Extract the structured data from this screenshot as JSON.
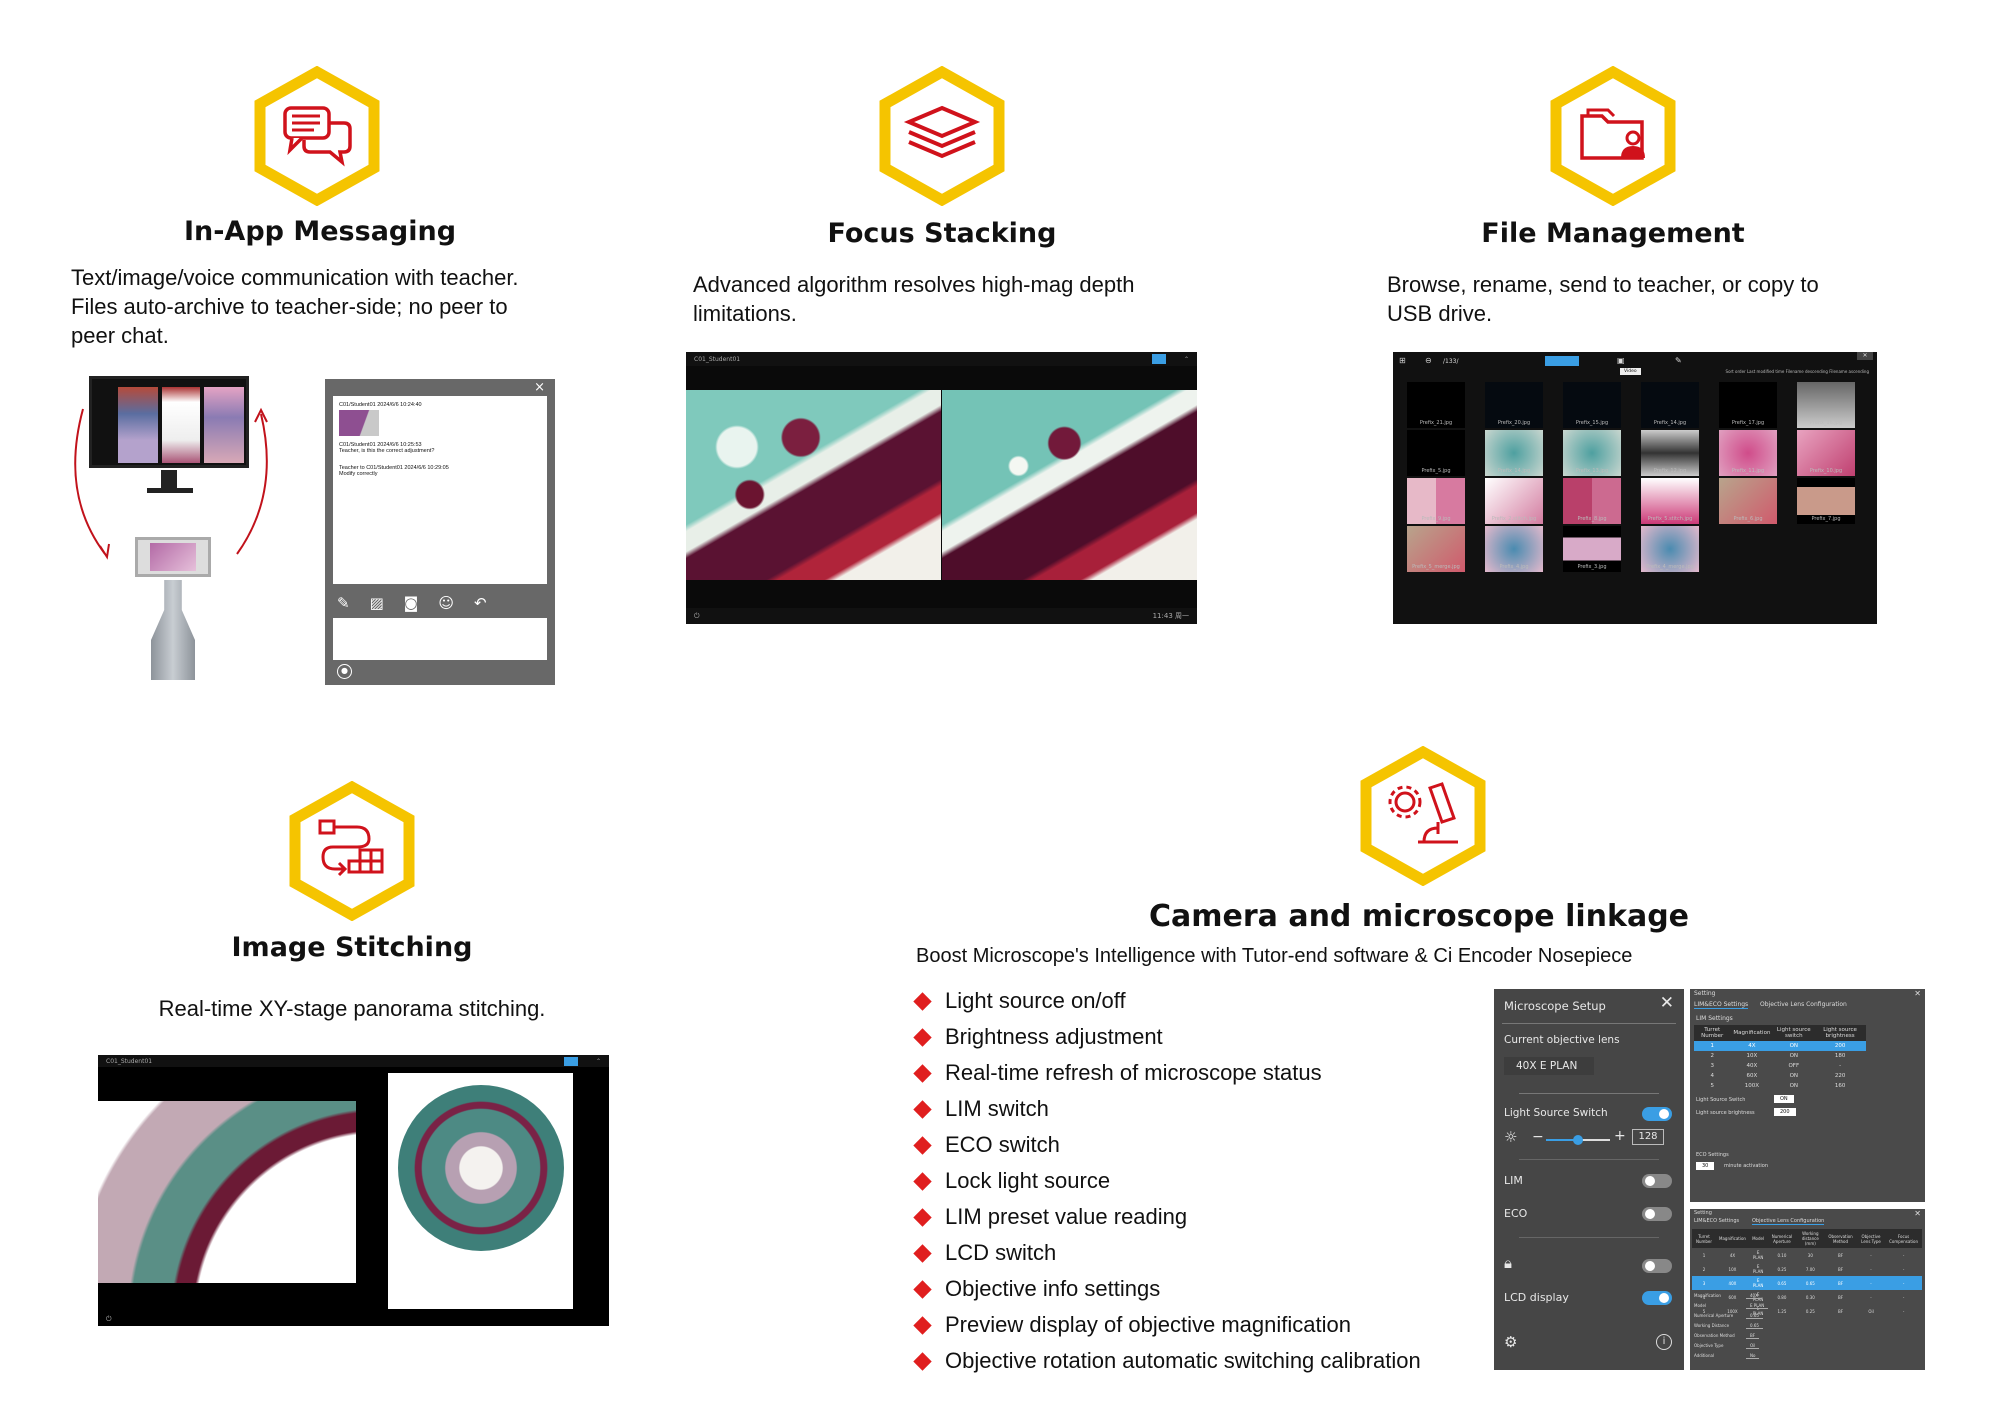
{
  "colors": {
    "hex_outline": "#f5c400",
    "icon_red": "#d0121b",
    "bullet_red": "#e01e1e",
    "panel_bg": "#464646",
    "toggle_on": "#3a9ee4"
  },
  "features": {
    "messaging": {
      "icon": "chat-bubbles-icon",
      "title": "In-App Messaging",
      "desc": [
        "Text/image/voice communication with teacher.",
        "Files auto-archive to teacher-side; no peer to",
        "peer chat."
      ]
    },
    "focus": {
      "icon": "stacked-layers-icon",
      "title": "Focus Stacking",
      "desc": [
        "Advanced algorithm resolves high-mag depth",
        "limitations."
      ]
    },
    "files": {
      "icon": "folder-user-icon",
      "title": "File Management",
      "desc": [
        "Browse, rename, send to teacher, or copy to",
        "USB drive."
      ]
    },
    "stitching": {
      "icon": "stitch-grid-icon",
      "title": "Image Stitching",
      "desc": "Real-time XY-stage panorama stitching."
    },
    "linkage": {
      "icon": "gear-microscope-icon",
      "title": "Camera and microscope linkage",
      "subtitle": "Boost Microscope's Intelligence with Tutor-end software & Ci Encoder Nosepiece",
      "items": [
        "Light source on/off",
        "Brightness adjustment",
        "Real-time refresh of microscope status",
        "LIM switch",
        "ECO switch",
        "Lock light source",
        "LIM preset value reading",
        "LCD switch",
        "Objective info settings",
        "Preview display of objective magnification",
        "Objective rotation automatic switching calibration"
      ]
    }
  },
  "chat": {
    "messages": [
      {
        "header": "C01/Student01 2024/6/6 10:24:40",
        "body": ""
      },
      {
        "header": "C01/Student01 2024/6/6 10:25:53",
        "body": "Teacher, is this the correct adjustment?"
      },
      {
        "header": "Teacher to C01/Student01 2024/6/6 10:29:05",
        "body": "Modify correctly"
      }
    ],
    "close": "×"
  },
  "focus_shot": {
    "user": "C01_Student01",
    "time": "11:43 周一"
  },
  "file_shot": {
    "zoom": "/133/",
    "tooltip": "Video",
    "sort": "Sort order  Last modified time  Filename descending  Filename ascending",
    "files": [
      "Prefix_21.jpg",
      "Prefix_20.jpg",
      "Prefix_15.jpg",
      "Prefix_14.jpg",
      "Prefix_17.jpg",
      "Prefix_16.jpg",
      "Prefix_5.jpg",
      "Prefix_14.jpg",
      "Prefix_13.jpg",
      "Prefix_12.jpg",
      "Prefix_11.jpg",
      "Prefix_10.jpg",
      "Prefix_9.jpg",
      "Prefix_2.stitch.jpg",
      "Prefix_8.jpg",
      "Prefix_5.stitch.jpg",
      "Prefix_6.jpg",
      "Prefix_7.jpg",
      "Prefix_5_merge.jpg",
      "Prefix_4.jpg",
      "Prefix_3.jpg",
      "Prefix_4_merge.jpg"
    ]
  },
  "stitch_shot": {
    "user": "C01_Student01"
  },
  "setup": {
    "title": "Microscope Setup",
    "close": "✕",
    "objective_label": "Current objective lens",
    "objective_value": "40X E PLAN",
    "light_label": "Light Source Switch",
    "light_on": true,
    "brightness": "128",
    "brightness_fraction": 0.5,
    "minus": "−",
    "plus": "+",
    "lim_label": "LIM",
    "lim_on": false,
    "eco_label": "ECO",
    "eco_on": false,
    "lock_on": false,
    "lcd_label": "LCD display",
    "lcd_on": true
  },
  "lim_panel": {
    "title": "Setting",
    "tabs": [
      "LIM&ECO Settings",
      "Objective Lens Configuration"
    ],
    "section": "LIM Settings",
    "headers": [
      "Turret Number",
      "Magnification",
      "Light source switch",
      "Light source brightness"
    ],
    "rows": [
      [
        "1",
        "4X",
        "ON",
        "200"
      ],
      [
        "2",
        "10X",
        "ON",
        "180"
      ],
      [
        "3",
        "40X",
        "OFF",
        "-"
      ],
      [
        "4",
        "60X",
        "ON",
        "220"
      ],
      [
        "5",
        "100X",
        "ON",
        "160"
      ]
    ],
    "switch_label": "Light Source Switch",
    "switch_value": "ON",
    "bright_label": "Light source brightness",
    "bright_value": "200",
    "eco_section": "ECO Settings",
    "eco_value": "30",
    "eco_suffix": "minute activation"
  },
  "obj_panel": {
    "title": "Setting",
    "tabs": [
      "LIM&ECO Settings",
      "Objective Lens Configuration"
    ],
    "headers": [
      "Turret Number",
      "Magnification",
      "Model",
      "Numerical Aperture",
      "Working distance (mm)",
      "Observation Method",
      "Objective Lens Type",
      "Focus Compensation"
    ],
    "rows": [
      [
        "1",
        "4X",
        "E PLAN",
        "0.10",
        "30",
        "BF",
        "-",
        "-"
      ],
      [
        "2",
        "10X",
        "E PLAN",
        "0.25",
        "7.00",
        "BF",
        "-",
        "-"
      ],
      [
        "3",
        "40X",
        "E PLAN",
        "0.65",
        "0.65",
        "BF",
        "-",
        "-"
      ],
      [
        "4",
        "60X",
        "E PLAN",
        "0.80",
        "0.30",
        "BF",
        "-",
        "-"
      ],
      [
        "5",
        "100X",
        "E PLAN",
        "1.25",
        "0.25",
        "BF",
        "Oil",
        "-"
      ]
    ],
    "fields": [
      [
        "Magnification",
        "40X"
      ],
      [
        "Model",
        "E PLAN"
      ],
      [
        "Numerical Aperture",
        "0.65"
      ],
      [
        "Working Distance",
        "0.65"
      ],
      [
        "Observation Method",
        "BF"
      ],
      [
        "Objective Type",
        "Oil"
      ],
      [
        "Additional",
        "No"
      ]
    ]
  }
}
